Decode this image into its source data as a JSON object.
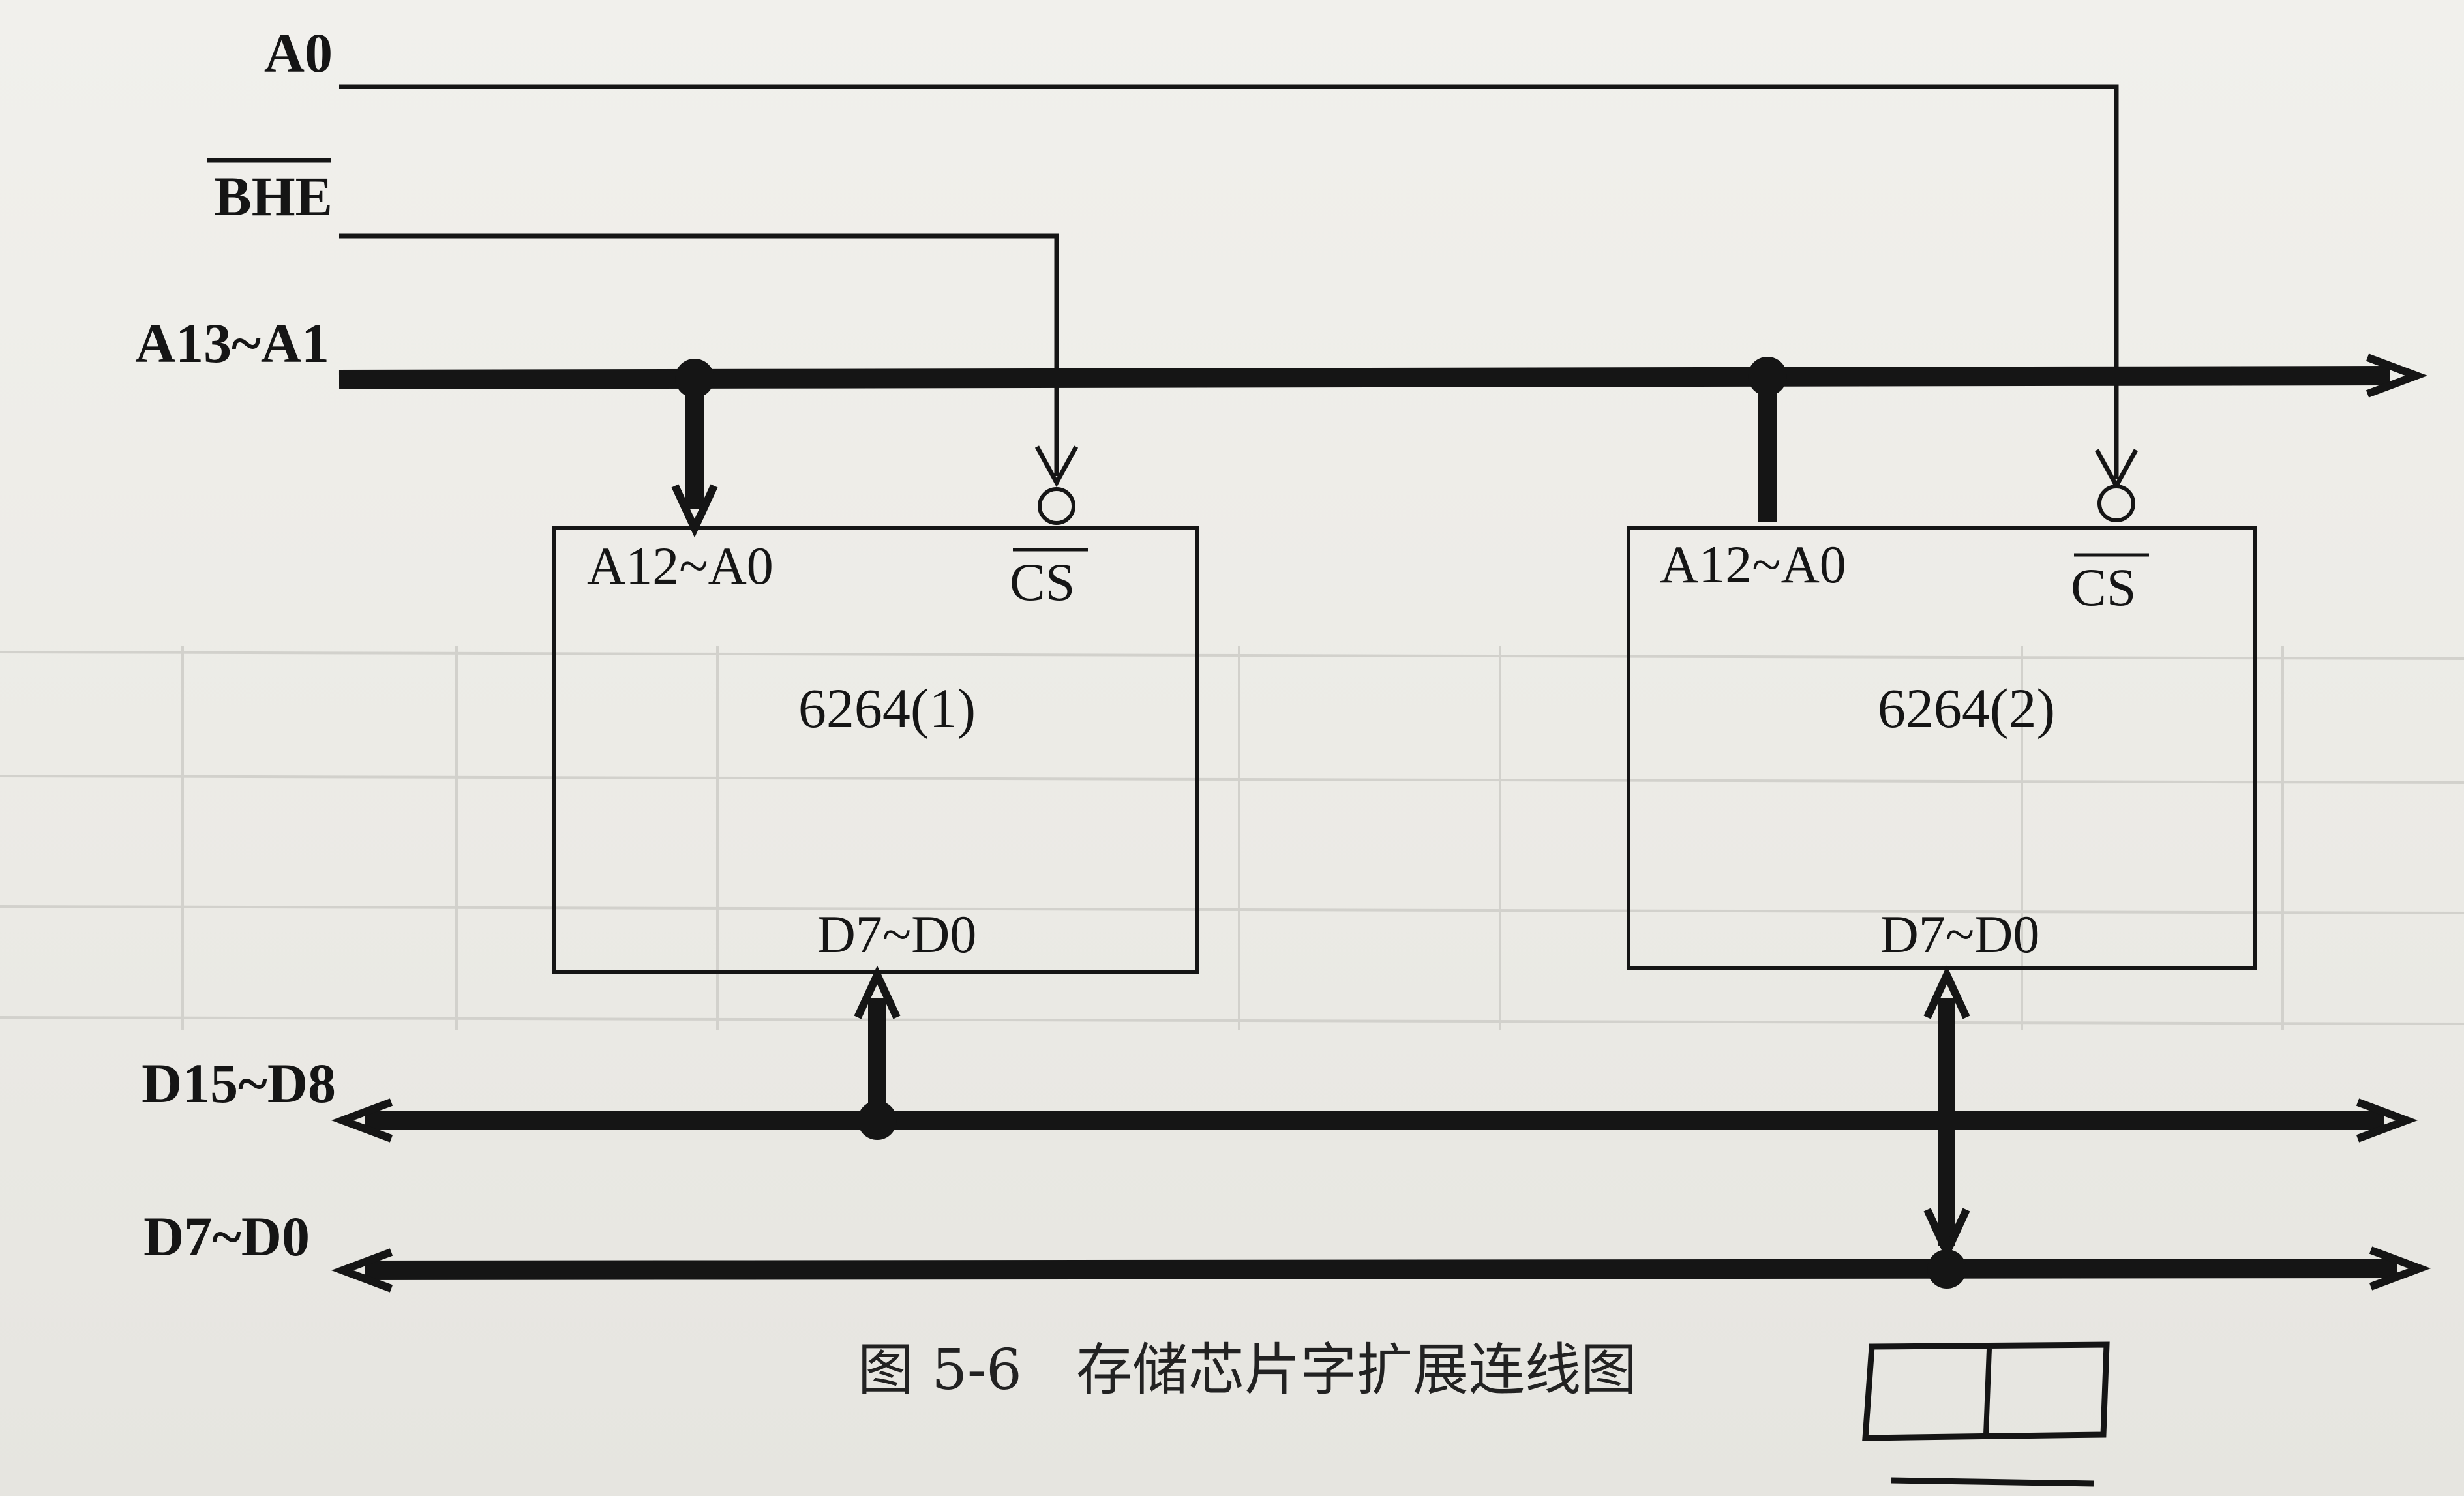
{
  "signals": {
    "a0": "A0",
    "bhe": "BHE",
    "addr_bus": "A13~A1",
    "data_high": "D15~D8",
    "data_low": "D7~D0"
  },
  "chips": [
    {
      "name": "6264(1)",
      "addr_pin": "A12~A0",
      "cs_pin": "CS",
      "data_pin": "D7~D0"
    },
    {
      "name": "6264(2)",
      "addr_pin": "A12~A0",
      "cs_pin": "CS",
      "data_pin": "D7~D0"
    }
  ],
  "caption": {
    "figure_no": "图 5-6",
    "title": "存储芯片字扩展连线图"
  },
  "colors": {
    "ink": "#151515",
    "paper": "#ecebe6"
  }
}
